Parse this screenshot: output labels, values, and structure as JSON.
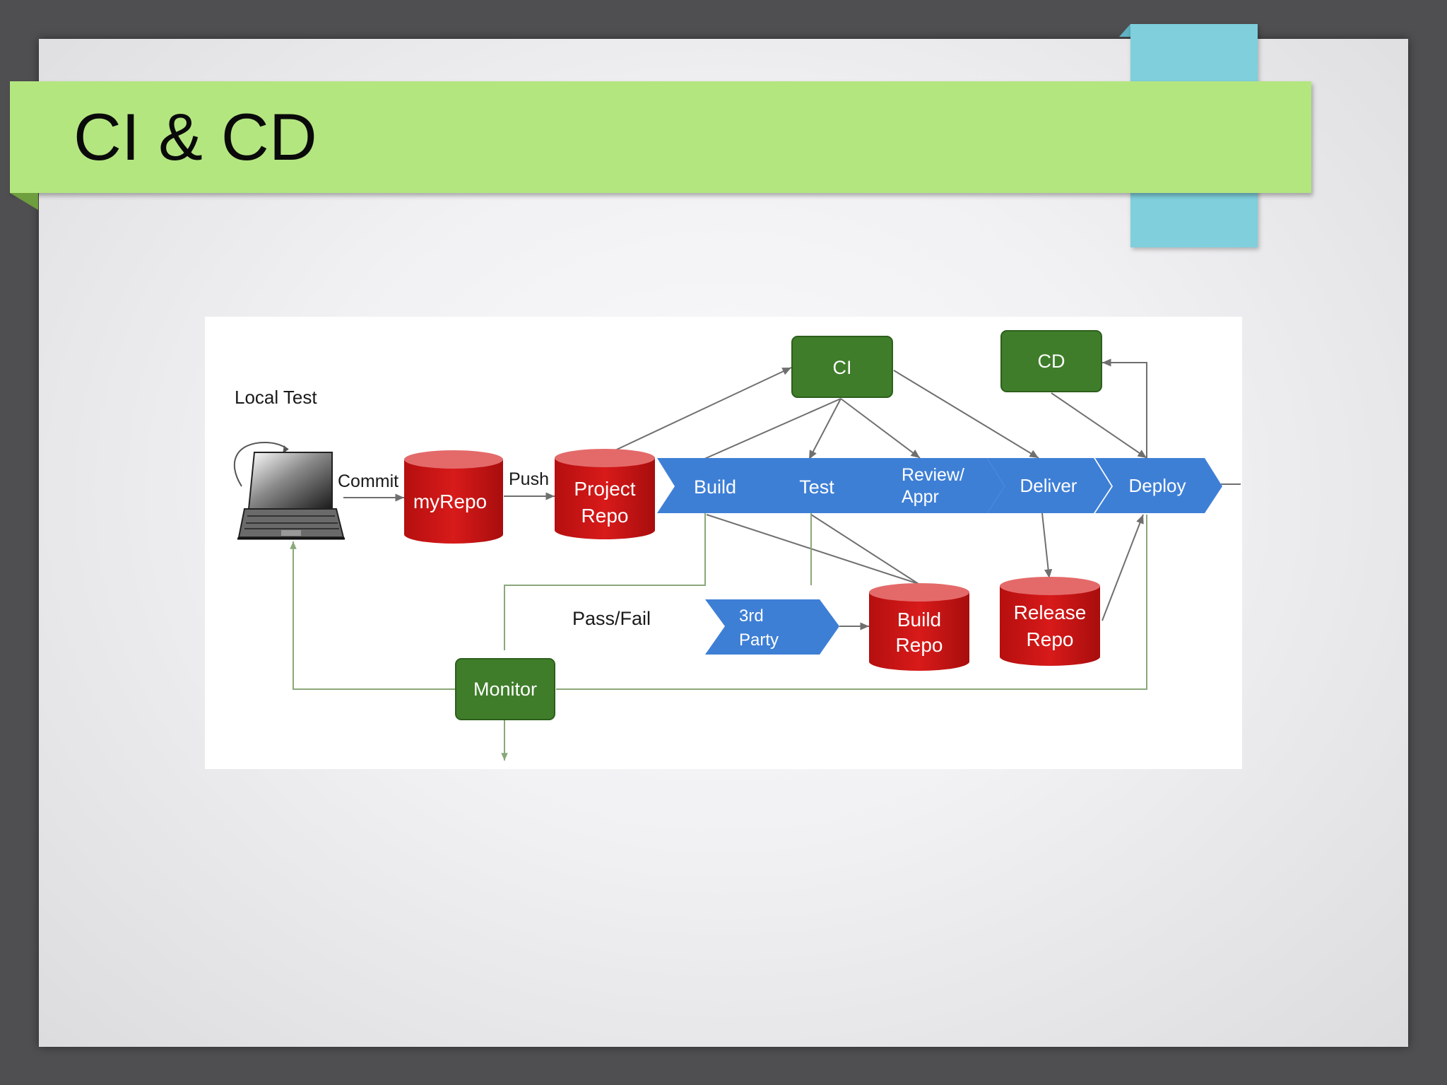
{
  "slide": {
    "title": "CI & CD"
  },
  "diagram": {
    "colors": {
      "process_green": "#3f7d2a",
      "repo_red": "#cc1515",
      "repo_top": "#e46a6a",
      "stage_blue": "#3e7fd6",
      "connector": "#6f6f6f",
      "feedback_line": "#8aa87a"
    },
    "labels": {
      "local_test": "Local Test",
      "commit": "Commit",
      "push": "Push",
      "pass_fail": "Pass/Fail"
    },
    "process_boxes": {
      "ci": "CI",
      "cd": "CD",
      "monitor": "Monitor"
    },
    "repositories": {
      "my_repo": [
        "myRepo"
      ],
      "project_repo": [
        "Project",
        "Repo"
      ],
      "build_repo": [
        "Build",
        "Repo"
      ],
      "release_repo": [
        "Release",
        "Repo"
      ]
    },
    "pipeline_stages": {
      "build": [
        "Build"
      ],
      "test": [
        "Test"
      ],
      "review": [
        "Review/",
        "Appr"
      ],
      "deliver": [
        "Deliver"
      ],
      "deploy": [
        "Deploy"
      ],
      "third_party": [
        "3rd",
        "Party"
      ]
    },
    "laptop_icon": "laptop-icon"
  }
}
